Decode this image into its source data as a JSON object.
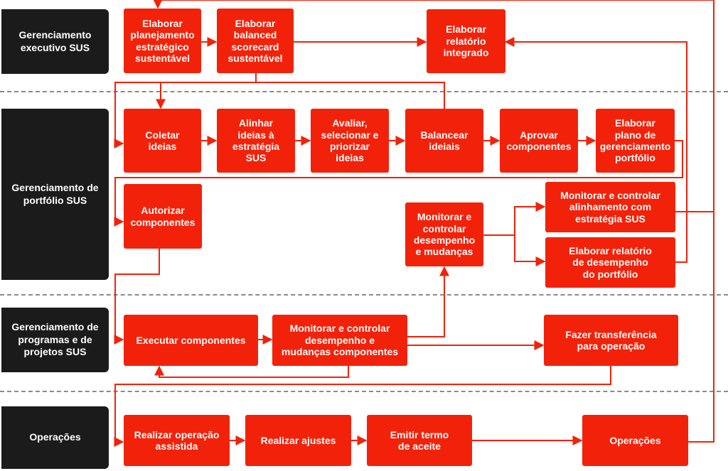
{
  "lanes": {
    "executive": "Gerenciamento\nexecutivo SUS",
    "portfolio": "Gerenciamento\nde portfólio SUS",
    "programs": "Gerenciamento de\nprogramas e\nde projetos SUS",
    "operations": "Operações"
  },
  "steps": {
    "planning": "Elaborar\nplanejamento\nestratégico\nsustentável",
    "scorecard": "Elaborar\nbalanced\nscorecard\nsustentável",
    "integrated_report": "Elaborar\nrelatório\nintegrado",
    "collect": "Coletar\nideias",
    "align": "Alinhar\nideias à\nestratégia\nSUS",
    "evaluate": "Avaliar,\nselecionar e\npriorizar\nideias",
    "balance": "Balancear\nideiais",
    "approve": "Aprovar\ncomponentes",
    "portfolio_plan": "Elaborar\nplano de\ngerenciamento\nportfólio",
    "authorize": "Autorizar\ncomponentes",
    "monitor_perf": "Monitorar e\ncontrolar\ndesempenho\ne mudanças",
    "monitor_align": "Monitorar e controlar\nalinhamento com\nestratégia SUS",
    "portfolio_report": "Elaborar relatório\nde desempenho\ndo portfólio",
    "execute": "Executar componentes",
    "monitor_components": "Monitorar e controlar\ndesempenho e\nmudanças componentes",
    "transfer": "Fazer transferência\npara operação",
    "assisted": "Realizar operação\nassistida",
    "adjust": "Realizar ajustes",
    "acceptance": "Emitir termo\nde aceite",
    "ops": "Operações"
  },
  "colors": {
    "accent": "#f2220a",
    "lane": "#1b1b1b",
    "divider": "#8a8a8a"
  }
}
